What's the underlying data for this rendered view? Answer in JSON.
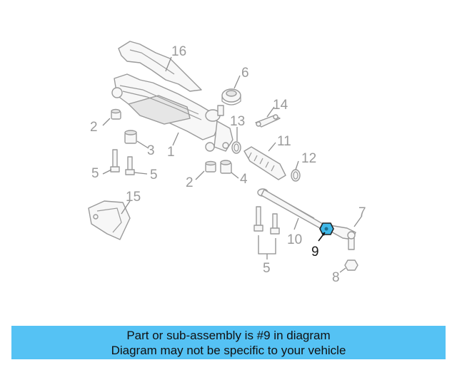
{
  "diagram": {
    "callouts": [
      "16",
      "6",
      "14",
      "13",
      "11",
      "12",
      "2",
      "3",
      "1",
      "5",
      "5",
      "2",
      "4",
      "15",
      "7",
      "10",
      "9",
      "5",
      "8"
    ],
    "highlighted_part": "9",
    "highlight_color": "#3fb8e8"
  },
  "banner": {
    "line1": "Part or sub-assembly is #9 in diagram",
    "line2": "Diagram may not be specific to your vehicle",
    "background": "#55c2f4"
  }
}
